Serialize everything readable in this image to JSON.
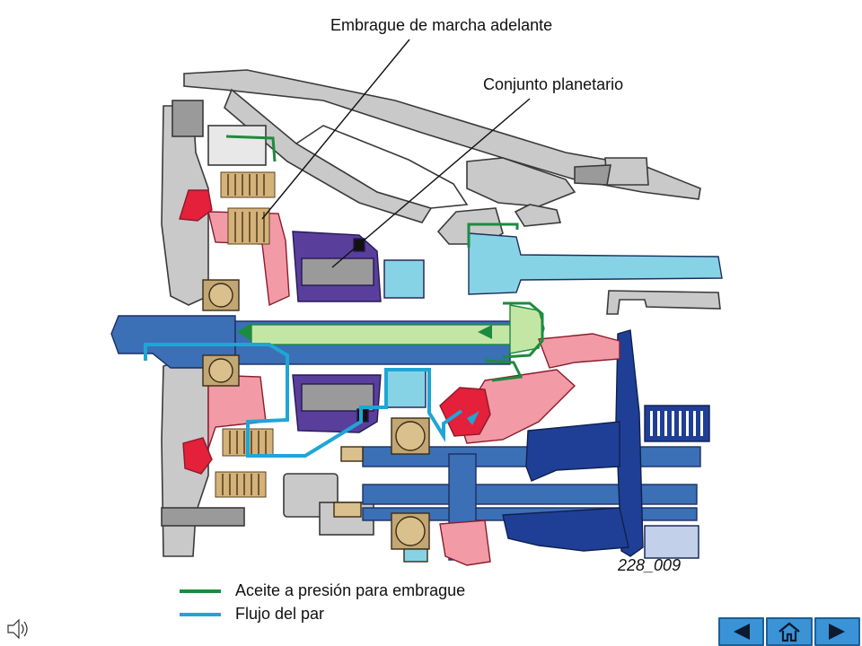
{
  "callouts": {
    "forward_clutch": "Embrague de marcha adelante",
    "planetary_set": "Conjunto planetario"
  },
  "figure_code": "228_009",
  "legend": [
    {
      "label": "Aceite a presión para embrague",
      "color": "#1d8b3f"
    },
    {
      "label": "Flujo del par",
      "color": "#1ea6d6"
    }
  ],
  "colors": {
    "housing_gray": "#c9c9c9",
    "housing_outline": "#3a3a3a",
    "shaft_blue": "#3b6fb6",
    "deep_blue": "#1f3f96",
    "light_blue": "#86d3e6",
    "red": "#e4203a",
    "pink": "#f29aa6",
    "clutch_tan": "#d4b27a",
    "bearing_tan": "#c2a674",
    "purple": "#5a3e9c",
    "light_green": "#c4e6a4"
  },
  "nav": {
    "back": "back-arrow",
    "home": "home",
    "forward": "forward-arrow"
  }
}
